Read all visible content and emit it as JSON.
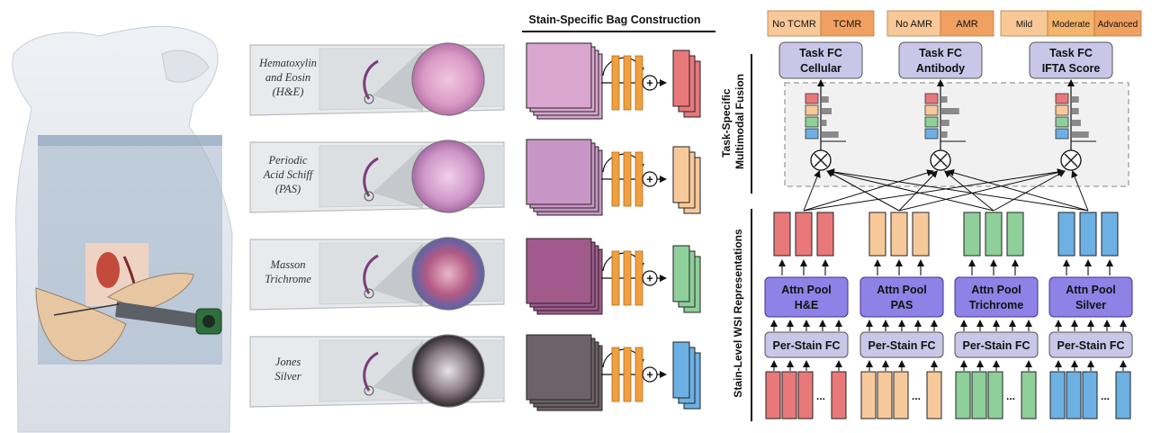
{
  "colors": {
    "he": "#e8787a",
    "pas": "#f7c99a",
    "trichrome": "#8ecf9a",
    "silver": "#6cb0e4",
    "fc_box": "#c9c6e8",
    "attn_box": "#8f82e6",
    "task_box": "#c9c6e8",
    "orange_left": "#f8c898",
    "orange_right": "#f0a060",
    "bar_orange": "#f0a040"
  },
  "header": {
    "bag_title": "Stain-Specific Bag Construction"
  },
  "stains": [
    {
      "key": "he",
      "label_lines": [
        "Hematoxylin",
        "and Eosin",
        "(H&E)"
      ]
    },
    {
      "key": "pas",
      "label_lines": [
        "Periodic",
        "Acid Schiff",
        "(PAS)"
      ]
    },
    {
      "key": "trichrome",
      "label_lines": [
        "Masson",
        "Trichrome"
      ]
    },
    {
      "key": "silver",
      "label_lines": [
        "Jones",
        "Silver"
      ]
    }
  ],
  "side_labels": {
    "fusion": [
      "Task-Specific",
      "Multimodal Fusion"
    ],
    "wsi": "Stain-Level WSI Representations"
  },
  "tasks": [
    {
      "title": [
        "Task FC",
        "Cellular"
      ],
      "classes": [
        "No TCMR",
        "TCMR"
      ],
      "bars": [
        0.35,
        0.5,
        0.25,
        0.85
      ]
    },
    {
      "title": [
        "Task FC",
        "Antibody"
      ],
      "classes": [
        "No AMR",
        "AMR"
      ],
      "bars": [
        0.3,
        0.9,
        0.4,
        0.3
      ]
    },
    {
      "title": [
        "Task FC",
        "IFTA Score"
      ],
      "classes": [
        "Mild",
        "Moderate",
        "Advanced"
      ],
      "bars": [
        0.35,
        0.35,
        0.45,
        0.85
      ]
    }
  ],
  "stain_branches": [
    {
      "key": "he",
      "attn": [
        "Attn Pool",
        "H&E"
      ],
      "fc": "Per-Stain FC"
    },
    {
      "key": "pas",
      "attn": [
        "Attn Pool",
        "PAS"
      ],
      "fc": "Per-Stain FC"
    },
    {
      "key": "trichrome",
      "attn": [
        "Attn Pool",
        "Trichrome"
      ],
      "fc": "Per-Stain FC"
    },
    {
      "key": "silver",
      "attn": [
        "Attn Pool",
        "Silver"
      ],
      "fc": "Per-Stain FC"
    }
  ],
  "ellipsis": "..."
}
